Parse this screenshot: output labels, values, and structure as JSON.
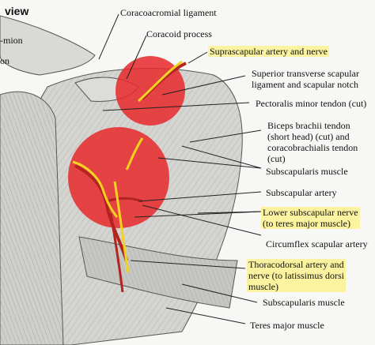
{
  "title": "view",
  "partial_labels": [
    "-mion",
    "on"
  ],
  "colors": {
    "highlight": "#fbf3a0",
    "artery": "#d0302a",
    "nerve": "#f3d320",
    "circle": "#e8282b",
    "muscle": "#c9c9c6",
    "leader": "#222222"
  },
  "labels": [
    {
      "id": "coracoacromial",
      "text": "Coracoacromial ligament",
      "highlight": false
    },
    {
      "id": "coracoid",
      "text": "Coracoid process",
      "highlight": false
    },
    {
      "id": "suprascapular",
      "text": "Suprascapular artery and nerve",
      "highlight": true
    },
    {
      "id": "superior-transverse-1",
      "text": "Superior transverse scapular",
      "highlight": false
    },
    {
      "id": "superior-transverse-2",
      "text": "ligament and scapular notch",
      "highlight": false
    },
    {
      "id": "pectoralis",
      "text": "Pectoralis minor tendon (cut)",
      "highlight": false
    },
    {
      "id": "biceps-1",
      "text": "Biceps brachii tendon",
      "highlight": false
    },
    {
      "id": "biceps-2",
      "text": "(short head) (cut) and",
      "highlight": false
    },
    {
      "id": "biceps-3",
      "text": "coracobrachialis tendon",
      "highlight": false
    },
    {
      "id": "biceps-4",
      "text": "(cut)",
      "highlight": false
    },
    {
      "id": "subscapularis-1",
      "text": "Subscapularis muscle",
      "highlight": false
    },
    {
      "id": "subscapular-artery",
      "text": "Subscapular artery",
      "highlight": false
    },
    {
      "id": "lower-subscapular",
      "text": "Lower subscapular nerve\n(to teres major muscle)",
      "highlight": true
    },
    {
      "id": "circumflex",
      "text": "Circumflex scapular artery",
      "highlight": false
    },
    {
      "id": "thoracodorsal",
      "text": "Thoracodorsal artery and\nnerve (to latissimus dorsi\nmuscle)",
      "highlight": true
    },
    {
      "id": "subscapularis-2",
      "text": "Subscapularis muscle",
      "highlight": false
    },
    {
      "id": "teres-major",
      "text": "Teres major muscle",
      "highlight": false
    }
  ]
}
